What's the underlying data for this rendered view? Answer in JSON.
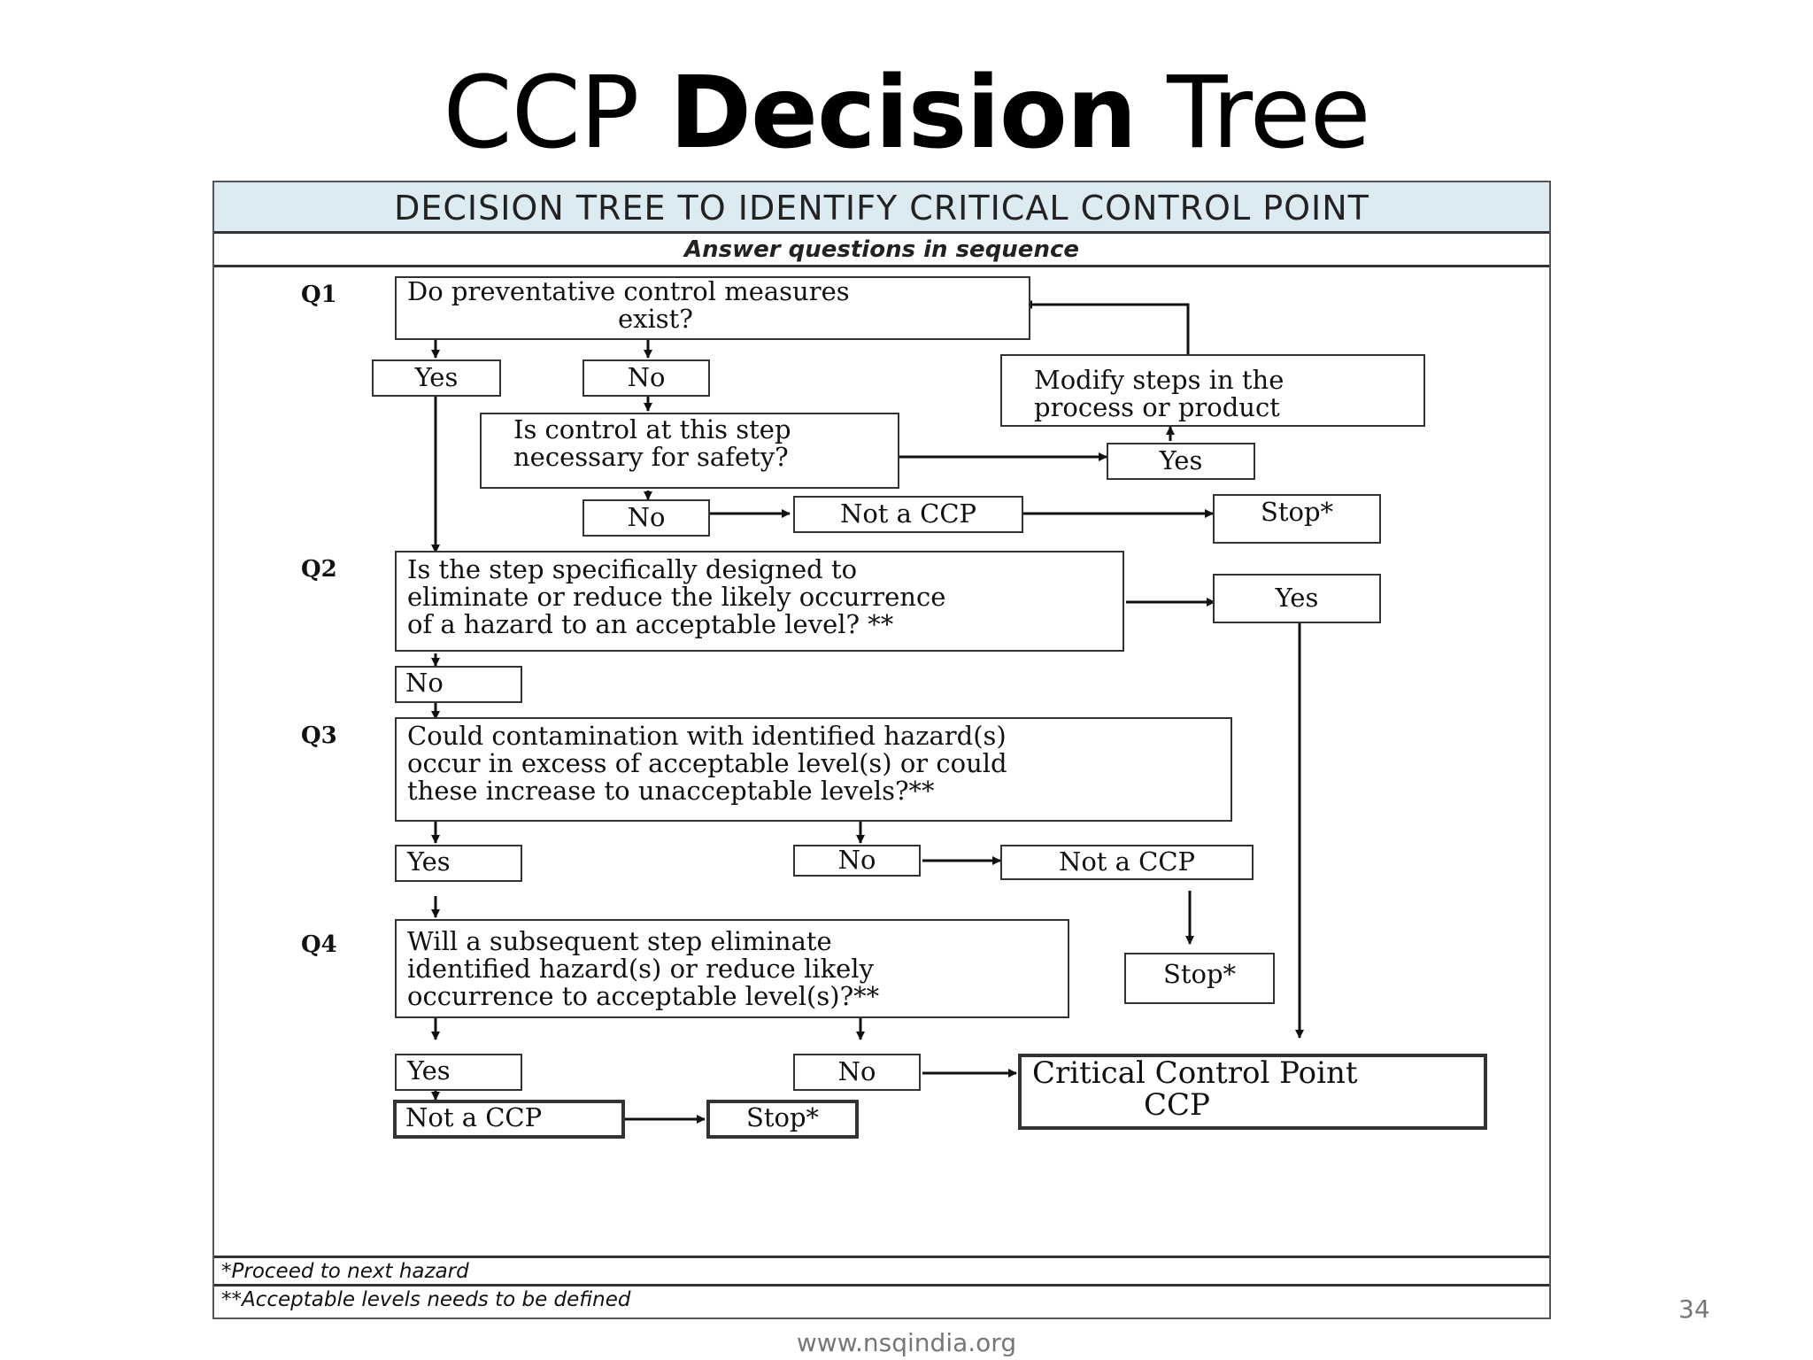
{
  "slide": {
    "title_part1": "CCP ",
    "title_bold": "Decision",
    "title_part2": " Tree",
    "website": "www.nsqindia.org",
    "page_number": "34"
  },
  "diagram": {
    "header": "DECISION TREE TO IDENTIFY CRITICAL CONTROL POINT",
    "instruction": "Answer questions in sequence",
    "q_labels": [
      "Q1",
      "Q2",
      "Q3",
      "Q4"
    ],
    "q1": {
      "question_line1": "Do preventative control measures",
      "question_line2": "exist?",
      "yes": "Yes",
      "no": "No",
      "modify_line1": "Modify steps in the",
      "modify_line2": "process or product",
      "safety_line1": "Is control at this step",
      "safety_line2": "necessary for safety?",
      "safety_yes": "Yes",
      "safety_no": "No",
      "not_ccp": "Not a CCP",
      "stop": "Stop*"
    },
    "q2": {
      "question_line1": "Is the step specifically designed to",
      "question_line2": "eliminate or reduce the likely occurrence",
      "question_line3": "of a hazard to an acceptable level? **",
      "yes": "Yes",
      "no": "No"
    },
    "q3": {
      "question_line1": "Could contamination with identified hazard(s)",
      "question_line2": "occur in excess of acceptable level(s) or could",
      "question_line3": "these increase to unacceptable levels?**",
      "yes": "Yes",
      "no": "No",
      "not_ccp": "Not a CCP",
      "stop": "Stop*"
    },
    "q4": {
      "question_line1": "Will a subsequent step eliminate",
      "question_line2": "identified hazard(s) or reduce likely",
      "question_line3": "occurrence to acceptable level(s)?**",
      "yes": "Yes",
      "no": "No",
      "not_ccp": "Not a CCP",
      "stop": "Stop*"
    },
    "ccp_line1": "Critical Control Point",
    "ccp_line2": "CCP",
    "footnote1": "*Proceed to next hazard",
    "footnote2": "**Acceptable levels needs to be defined"
  }
}
